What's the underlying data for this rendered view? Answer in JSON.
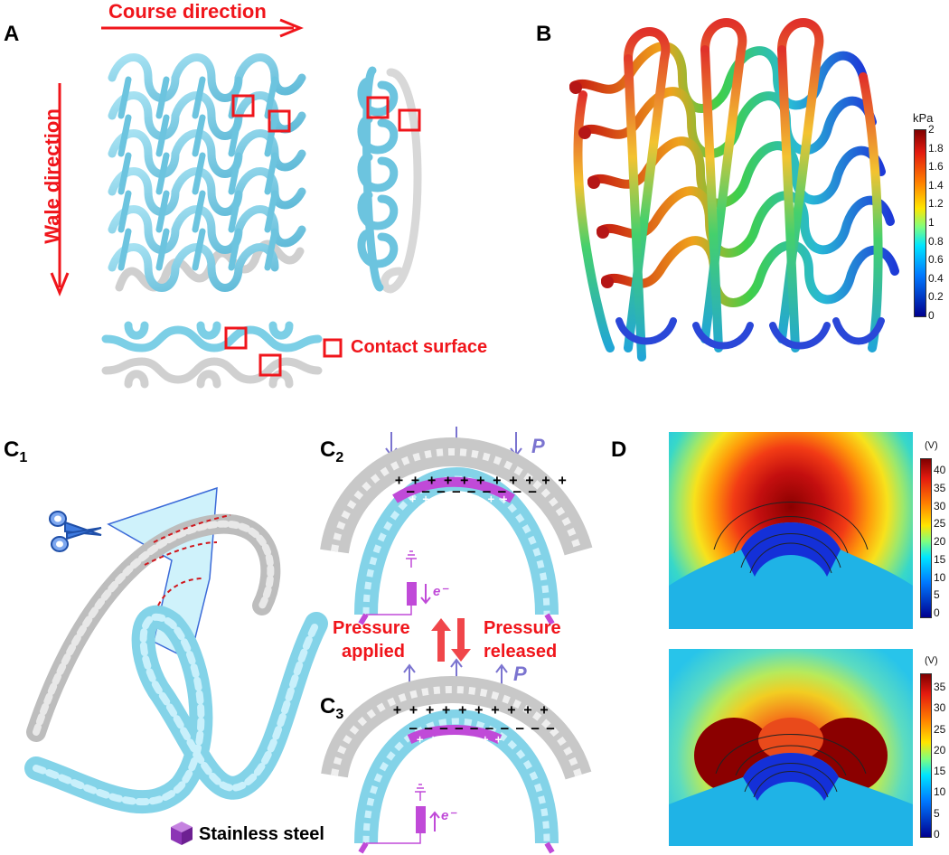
{
  "panels": {
    "A": {
      "label": "A",
      "course_direction": "Course direction",
      "wale_direction": "Wale direction",
      "contact_surface": "Contact surface"
    },
    "B": {
      "label": "B",
      "colorbar": {
        "unit": "kPa",
        "ticks": [
          "2",
          "1.8",
          "1.6",
          "1.4",
          "1.2",
          "1",
          "0.8",
          "0.6",
          "0.4",
          "0.2",
          "0"
        ]
      }
    },
    "C1": {
      "label": "C",
      "sub": "1"
    },
    "C2": {
      "label": "C",
      "sub": "2",
      "pressure": "P",
      "electron": "e⁻"
    },
    "C3": {
      "label": "C",
      "sub": "3",
      "pressure": "P",
      "electron": "e⁻"
    },
    "C_mid": {
      "pressure_applied_1": "Pressure",
      "pressure_applied_2": "applied",
      "pressure_released_1": "Pressure",
      "pressure_released_2": "released"
    },
    "legend": {
      "stainless_steel": "Stainless steel"
    },
    "D": {
      "label": "D",
      "top_colorbar": {
        "unit": "(V)",
        "ticks": [
          "40",
          "35",
          "30",
          "25",
          "20",
          "15",
          "10",
          "5",
          "0"
        ]
      },
      "bottom_colorbar": {
        "unit": "(V)",
        "ticks": [
          "35",
          "30",
          "25",
          "20",
          "15",
          "10",
          "5",
          "0"
        ]
      }
    }
  },
  "colors": {
    "accent_red": "#f0151b",
    "yarn_blue": "#7ccfe6",
    "yarn_white": "#d8d8d8",
    "stainless_purple": "#c04ad8",
    "arrow_purple": "#7b74d0"
  }
}
